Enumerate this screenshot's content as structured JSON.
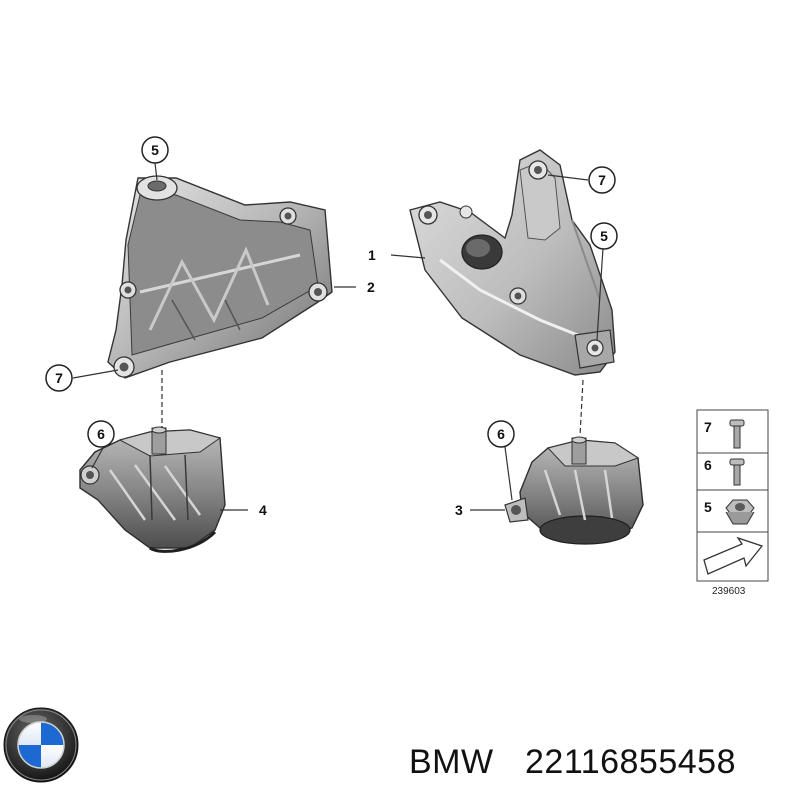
{
  "diagram": {
    "callouts": {
      "bracket_left_nut": "5",
      "bracket_left_screw": "7",
      "bracket_left_part": "2",
      "bracket_right_part": "1",
      "bracket_right_screw": "7",
      "bracket_right_nut": "5",
      "mount_left_bolt": "6",
      "mount_left_part": "4",
      "mount_right_bolt": "6",
      "mount_right_part": "3"
    },
    "legend": {
      "row1_number": "7",
      "row2_number": "6",
      "row3_number": "5",
      "drawing_number": "239603"
    }
  },
  "footer": {
    "brand": "BMW",
    "part_number": "22116855458"
  },
  "colors": {
    "part_light": "#cfcfcf",
    "part_mid": "#9e9e9e",
    "part_dark": "#5a5a5a",
    "line": "#333333",
    "logo_blue": "#1c69d4",
    "logo_black": "#111111"
  },
  "icons": [
    "engine-bracket",
    "engine-mount",
    "bolt-icon",
    "nut-icon",
    "direction-arrow-icon",
    "bmw-logo"
  ]
}
